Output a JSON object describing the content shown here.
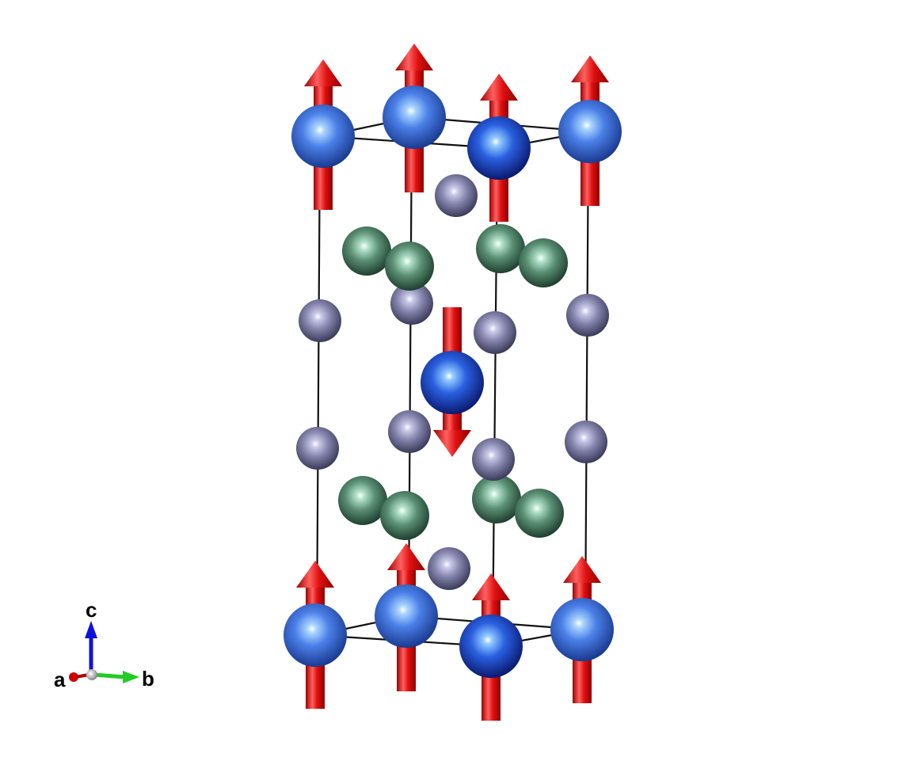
{
  "viewer": {
    "axes": {
      "a": "a",
      "b": "b",
      "c": "c"
    },
    "colors": {
      "atom_large": "#1f4fd8",
      "atom_small": "#8080a8",
      "atom_medium": "#4f8a6a",
      "spin_arrow": "#e01010",
      "cell_edge": "#111111",
      "axis_a": "#cc0000",
      "axis_b": "#22cc22",
      "axis_c": "#1010dd"
    }
  }
}
